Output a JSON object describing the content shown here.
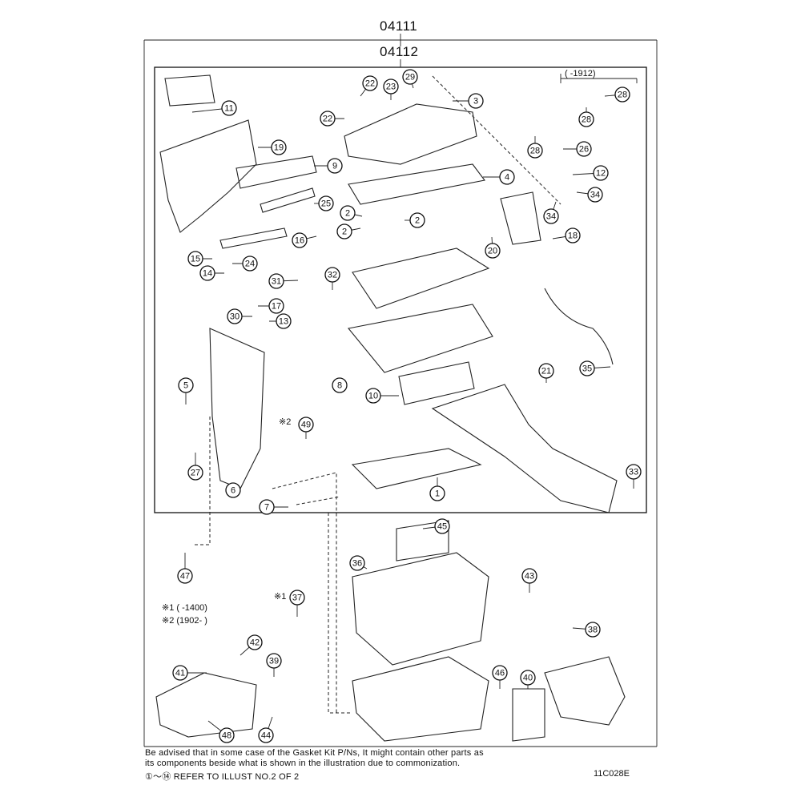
{
  "header": {
    "kit_code_outer": "04111",
    "kit_code_inner": "04112"
  },
  "notes": {
    "note1": "※1 (    -1400)",
    "note2": "※2 (1902-    )",
    "range_top": "(    -1912)",
    "mark1_prefix": "※1",
    "mark2_prefix": "※2"
  },
  "footer": {
    "line1": "Be advised that in some case of the Gasket Kit P/Ns, It might contain other parts as",
    "line2": "its components beside what is shown in the illustration due to commonization.",
    "line3": "①～⑭ REFER TO ILLUST NO.2 OF 2",
    "illustration_code": "11C028E"
  },
  "callouts": [
    "11",
    "19",
    "9",
    "22",
    "23",
    "29",
    "3",
    "22",
    "4",
    "25",
    "2",
    "2",
    "2",
    "16",
    "15",
    "24",
    "14",
    "31",
    "32",
    "17",
    "30",
    "13",
    "28",
    "28",
    "28",
    "26",
    "12",
    "34",
    "34",
    "20",
    "18",
    "35",
    "21",
    "5",
    "8",
    "10",
    "27",
    "6",
    "49",
    "7",
    "1",
    "33",
    "47",
    "45",
    "36",
    "43",
    "37",
    "38",
    "42",
    "39",
    "41",
    "46",
    "40",
    "48",
    "44"
  ]
}
